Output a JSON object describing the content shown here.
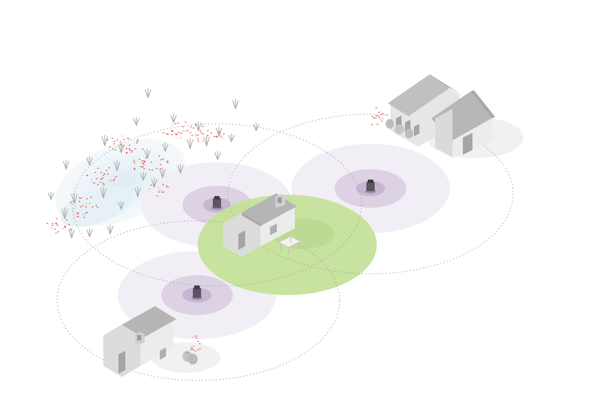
{
  "scene": {
    "type": "isometric-illustration",
    "colors": {
      "background": "#ffffff",
      "coverage_green": "#c5e09a",
      "coverage_outer_purple": "#f0ebf2",
      "coverage_mid_purple": "#ddd2e3",
      "coverage_inner_purple": "#c6b5d3",
      "device": "#5a5560",
      "dotted_range": "#9a9a9a",
      "house_roof": "#b7b7b7",
      "house_front": "#dcdcdc",
      "house_side": "#ececec",
      "water": "#e2eef5",
      "flowers": "#e0574a",
      "grass": "#a9a9a9"
    },
    "elements": {
      "house_center": "house",
      "house_lower_left": "house",
      "farm_upper_right": "barn",
      "devices": [
        "device-left",
        "device-right",
        "device-lower"
      ],
      "field": "flower-field"
    }
  }
}
